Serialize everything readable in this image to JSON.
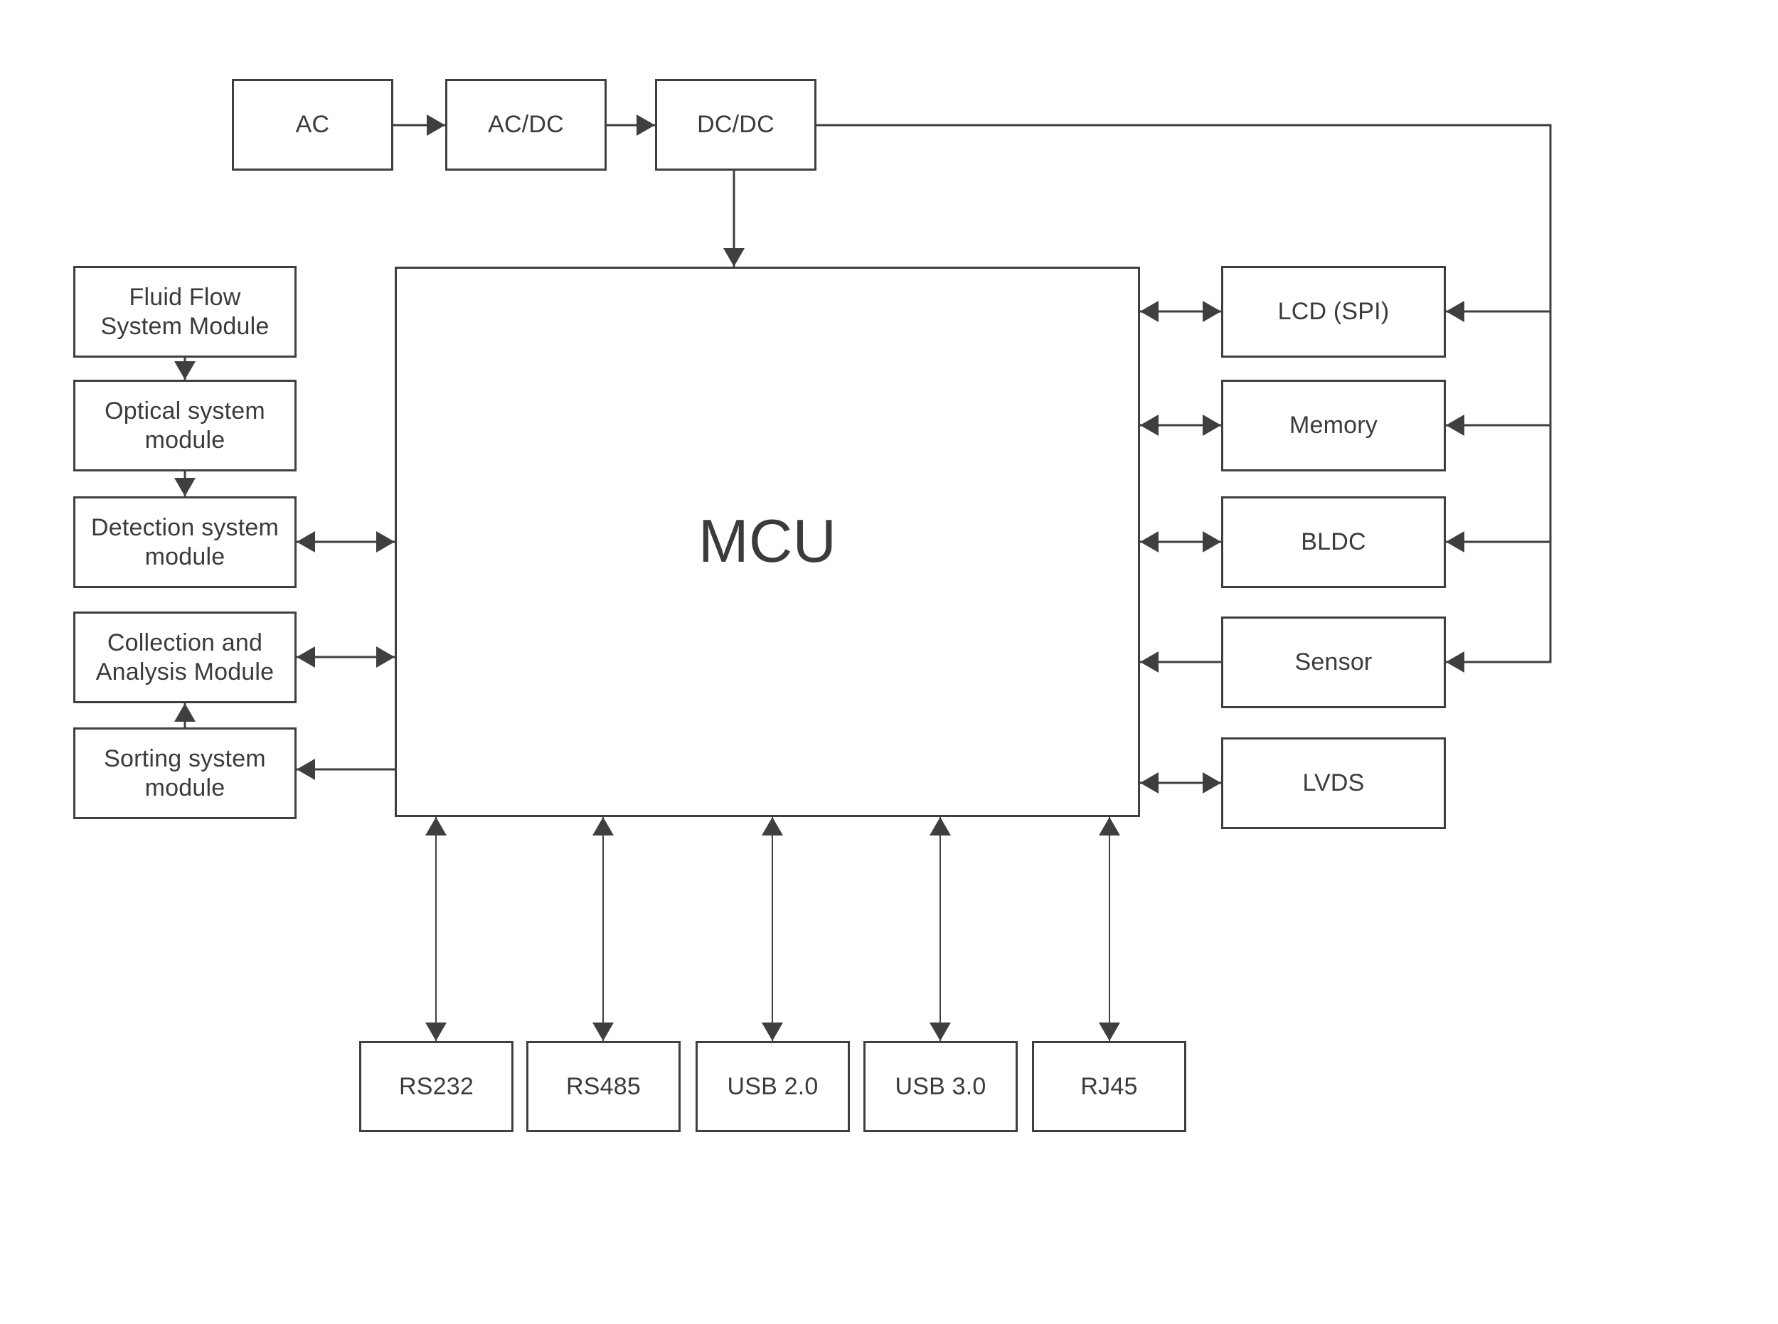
{
  "colors": {
    "line": "#3f3f42",
    "text": "#3b3b3b",
    "background": "#ffffff"
  },
  "power_chain": {
    "ac": "AC",
    "ac_dc": "AC/DC",
    "dc_dc": "DC/DC"
  },
  "mcu": {
    "label": "MCU"
  },
  "left_modules": {
    "fluid_flow": "Fluid Flow\nSystem Module",
    "optical": "Optical system\nmodule",
    "detection": "Detection system\nmodule",
    "collection": "Collection and\nAnalysis Module",
    "sorting": "Sorting system\nmodule"
  },
  "right_modules": {
    "lcd": "LCD (SPI)",
    "memory": "Memory",
    "bldc": "BLDC",
    "sensor": "Sensor",
    "lvds": "LVDS"
  },
  "bottom_interfaces": {
    "rs232": "RS232",
    "rs485": "RS485",
    "usb2": "USB 2.0",
    "usb3": "USB 3.0",
    "rj45": "RJ45"
  }
}
